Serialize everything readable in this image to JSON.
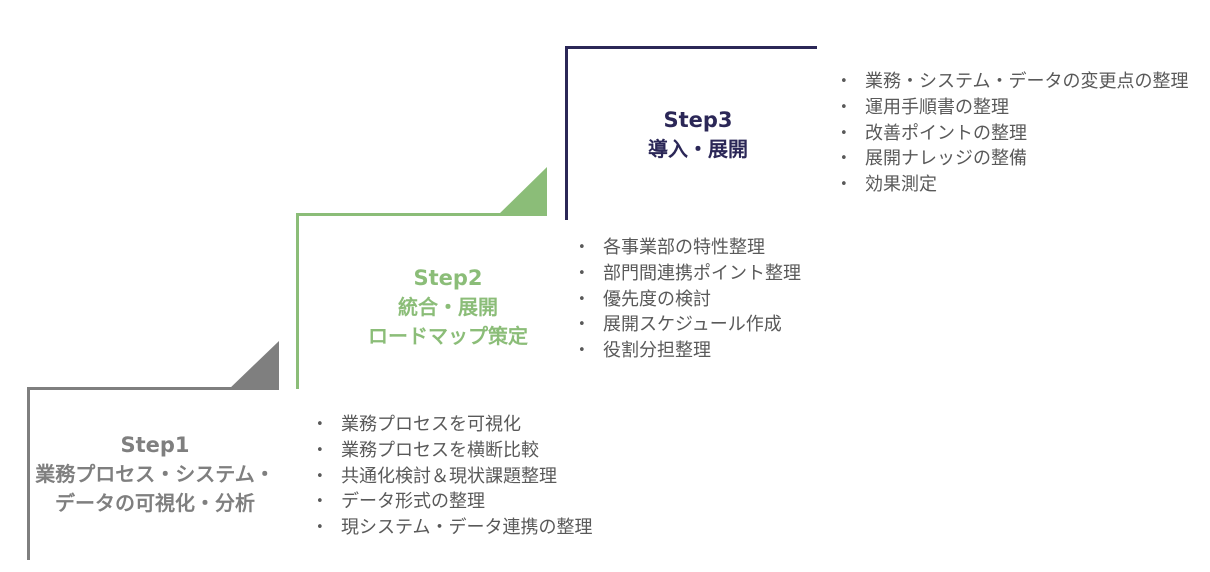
{
  "colors": {
    "step1": "#7f7f7f",
    "step2": "#8bbd78",
    "step3": "#2b2757",
    "text": "#595959"
  },
  "steps": [
    {
      "label": "Step1",
      "title_lines": [
        "業務プロセス・システム・",
        "データの可視化・分析"
      ],
      "items": [
        "業務プロセスを可視化",
        "業務プロセスを横断比較",
        "共通化検討＆現状課題整理",
        "データ形式の整理",
        "現システム・データ連携の整理"
      ]
    },
    {
      "label": "Step2",
      "title_lines": [
        "統合・展開",
        "ロードマップ策定"
      ],
      "items": [
        "各事業部の特性整理",
        "部門間連携ポイント整理",
        "優先度の検討",
        "展開スケジュール作成",
        "役割分担整理"
      ]
    },
    {
      "label": "Step3",
      "title_lines": [
        "導入・展開"
      ],
      "items": [
        "業務・システム・データの変更点の整理",
        "運用手順書の整理",
        "改善ポイントの整理",
        "展開ナレッジの整備",
        "効果測定"
      ]
    }
  ]
}
